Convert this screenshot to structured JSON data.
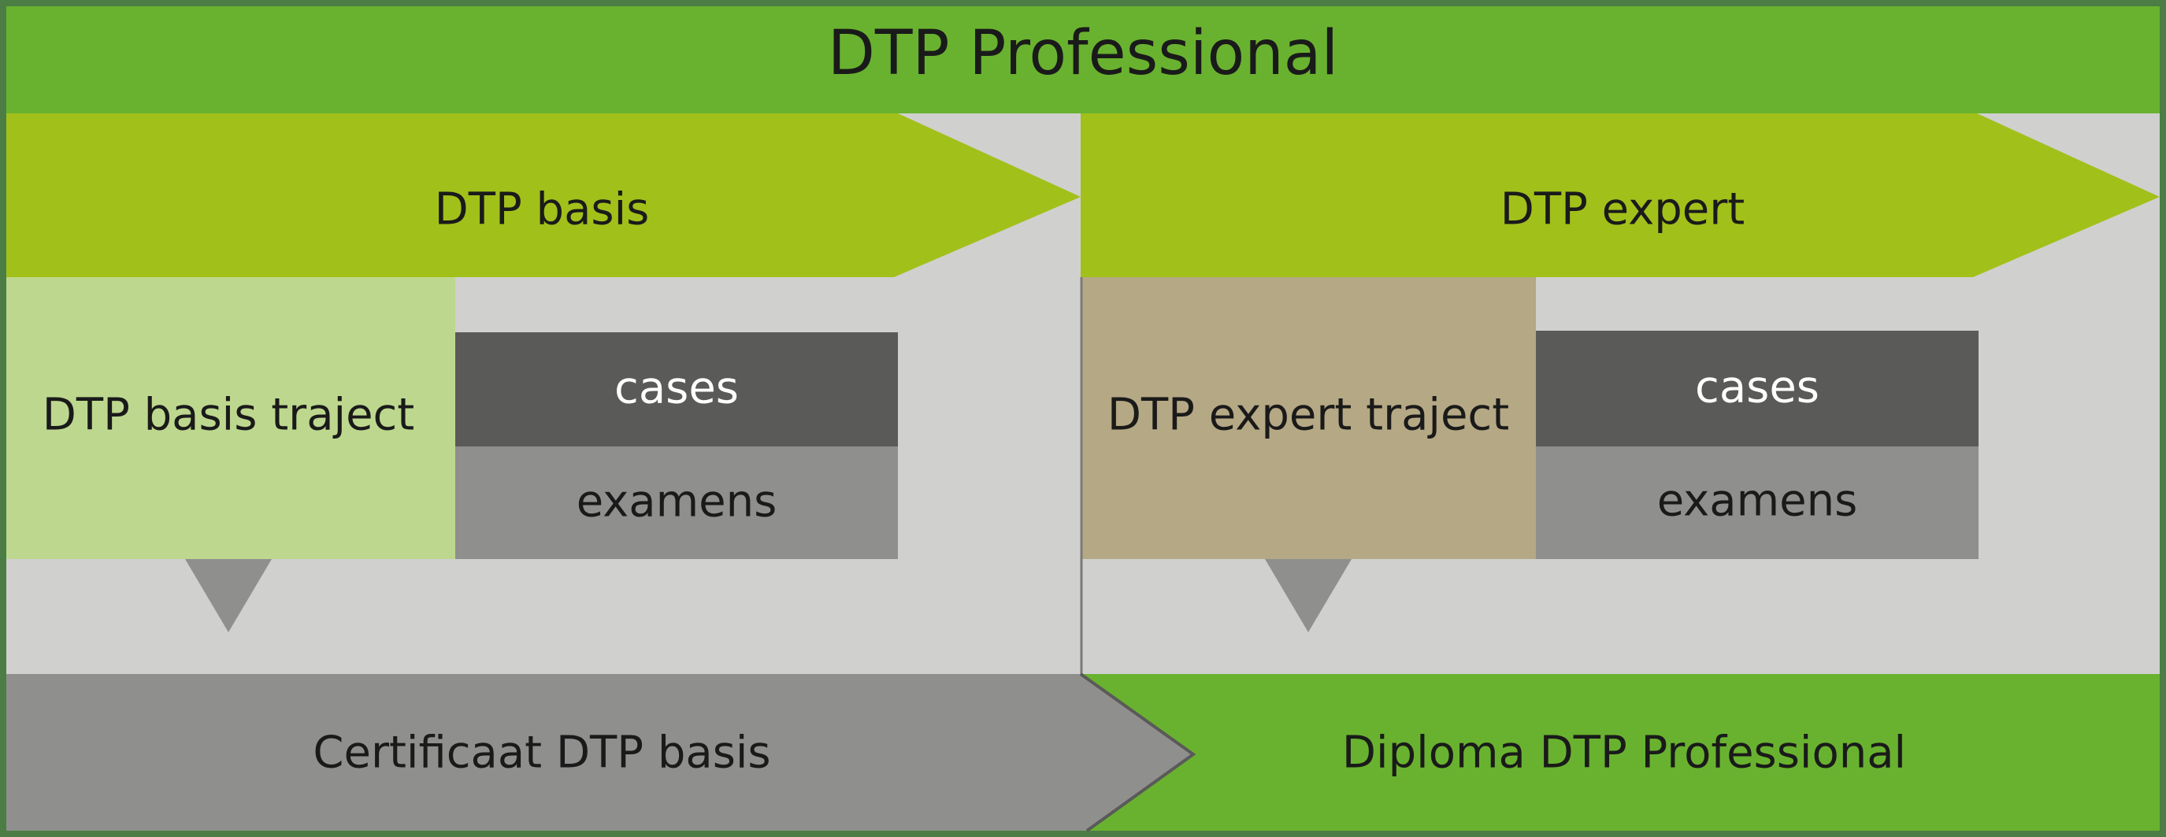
{
  "title": "DTP Professional",
  "left": {
    "header": "DTP basis",
    "traject": "DTP basis traject",
    "cases": "cases",
    "examens": "examens",
    "result": "Certificaat DTP basis"
  },
  "right": {
    "header": "DTP expert",
    "traject": "DTP expert traject",
    "cases": "cases",
    "examens": "examens",
    "result": "Diploma DTP Professional"
  },
  "colors": {
    "frame": "#4c7d44",
    "title_band": "#69b22f",
    "header_arrow": "#a2c01a",
    "panel_bg": "#d0d0cf",
    "basis_traject": "#bdd88e",
    "expert_traject": "#b5a884",
    "cases_box": "#5a5a59",
    "examens_box": "#8f8f8e",
    "certificaat_arrow": "#8f8f8e",
    "diploma_band": "#69b22f",
    "text_dark": "#1a1a1a",
    "text_light": "#ffffff"
  }
}
